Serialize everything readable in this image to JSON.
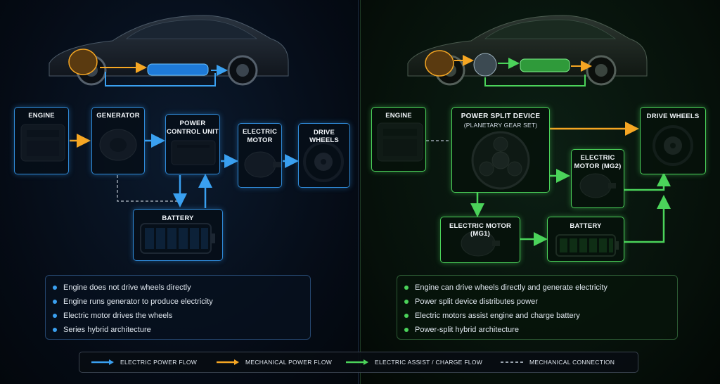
{
  "left": {
    "boxes": {
      "engine": "ENGINE",
      "generator": "GENERATOR",
      "pcu_line1": "POWER",
      "pcu_line2": "CONTROL UNIT",
      "motor_line1": "ELECTRIC",
      "motor_line2": "MOTOR",
      "wheels": "DRIVE WHEELS",
      "battery": "BATTERY"
    },
    "notes": [
      "Engine does not drive wheels directly",
      "Engine runs generator to produce electricity",
      "Electric motor drives the wheels",
      "Series hybrid architecture"
    ]
  },
  "right": {
    "boxes": {
      "engine": "ENGINE",
      "psd": "POWER SPLIT DEVICE",
      "psd_sub": "(PLANETARY GEAR SET)",
      "wheels": "DRIVE WHEELS",
      "mg2_line1": "ELECTRIC",
      "mg2_line2": "MOTOR (MG2)",
      "mg1": "ELECTRIC MOTOR (MG1)",
      "battery": "BATTERY"
    },
    "notes": [
      "Engine can drive wheels directly and generate electricity",
      "Power split device distributes power",
      "Electric motors assist engine and charge battery",
      "Power-split hybrid architecture"
    ]
  },
  "legend": [
    {
      "label": "ELECTRIC POWER FLOW",
      "color": "#3aa0f0",
      "style": "solid"
    },
    {
      "label": "MECHANICAL POWER FLOW",
      "color": "#f5a623",
      "style": "solid"
    },
    {
      "label": "ELECTRIC ASSIST / CHARGE FLOW",
      "color": "#4bd35a",
      "style": "solid"
    },
    {
      "label": "MECHANICAL CONNECTION",
      "color": "#9aa4ae",
      "style": "dashed"
    }
  ],
  "colors": {
    "electric": "#3aa0f0",
    "mechanical": "#f5a623",
    "assist": "#4bd35a",
    "connection": "#9aa4ae"
  }
}
